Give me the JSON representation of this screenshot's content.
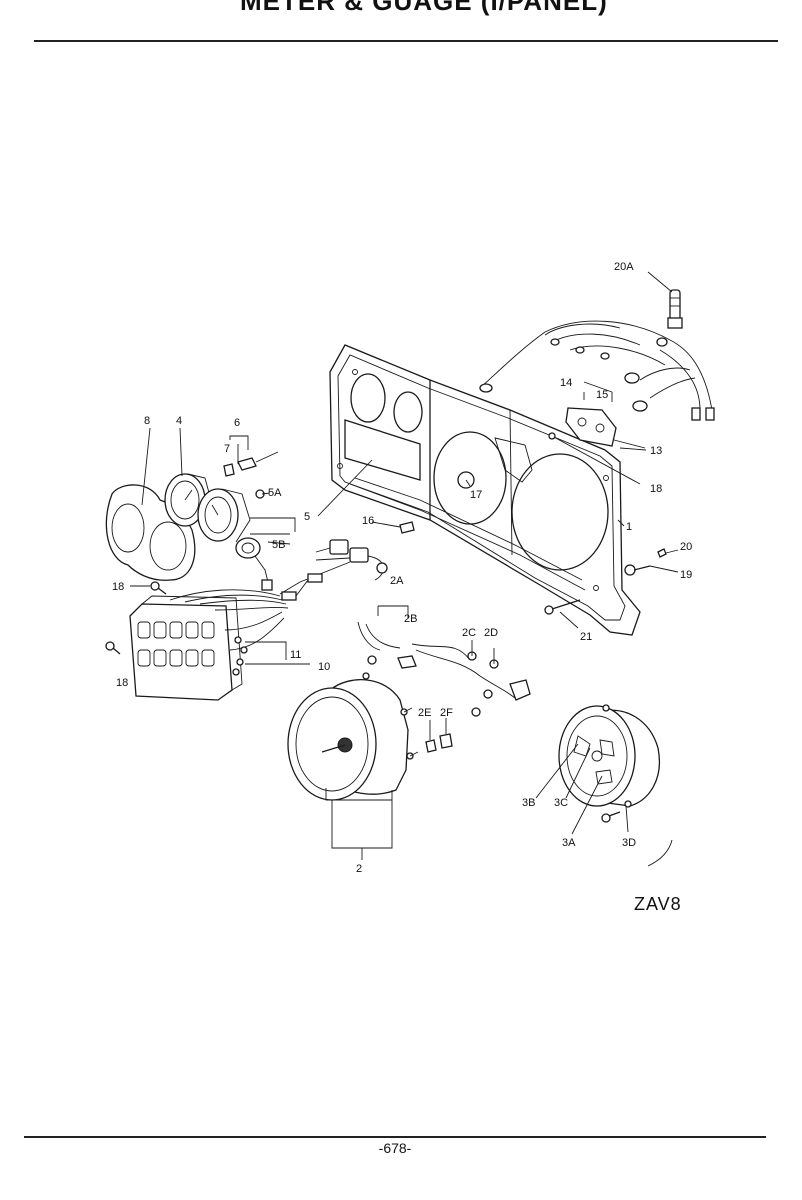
{
  "header": {
    "title": "METER & GUAGE (I/PANEL)"
  },
  "diagram": {
    "code": "ZAV8",
    "callouts": [
      "20A",
      "14",
      "15",
      "13",
      "18",
      "1",
      "20",
      "19",
      "21",
      "17",
      "16",
      "8",
      "4",
      "6",
      "7",
      "5A",
      "5",
      "5B",
      "18",
      "2A",
      "2B",
      "2C",
      "2D",
      "11",
      "10",
      "18",
      "2E",
      "2F",
      "2",
      "3B",
      "3C",
      "3A",
      "3D"
    ]
  },
  "footer": {
    "page_number": "-678-"
  }
}
